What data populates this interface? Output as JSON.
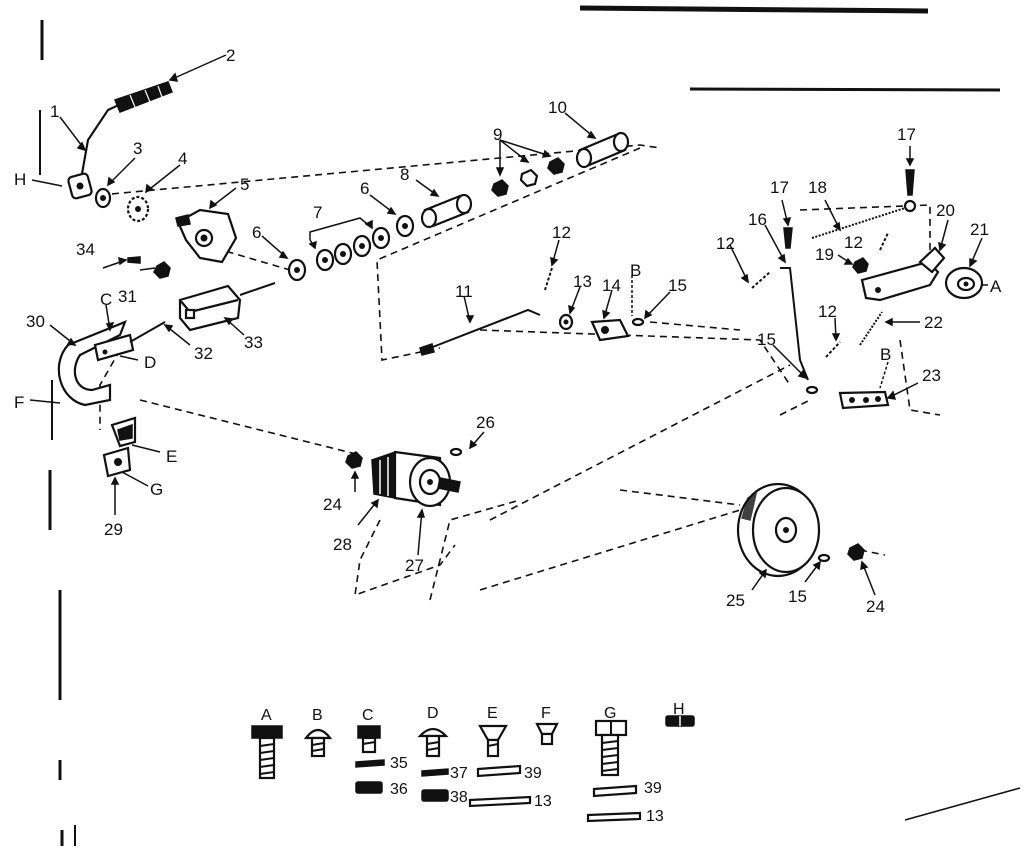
{
  "callouts": [
    "1",
    "2",
    "3",
    "4",
    "5",
    "6",
    "6",
    "7",
    "8",
    "9",
    "10",
    "11",
    "12",
    "12",
    "12",
    "12",
    "13",
    "14",
    "15",
    "15",
    "15",
    "16",
    "17",
    "17",
    "18",
    "19",
    "20",
    "21",
    "22",
    "23",
    "24",
    "24",
    "25",
    "26",
    "27",
    "28",
    "29",
    "30",
    "31",
    "32",
    "33",
    "34"
  ],
  "letters": {
    "H": "H",
    "C": "C",
    "D": "D",
    "F": "F",
    "E": "E",
    "G": "G",
    "B1": "B",
    "B2": "B",
    "A": "A"
  },
  "fasteners": {
    "A": "A",
    "B": "B",
    "C": "C",
    "D": "D",
    "E": "E",
    "F": "F",
    "G": "G",
    "H": "H",
    "n35": "35",
    "n36": "36",
    "n37": "37",
    "n38": "38",
    "n39a": "39",
    "n39b": "39",
    "n13a": "13",
    "n13b": "13"
  }
}
